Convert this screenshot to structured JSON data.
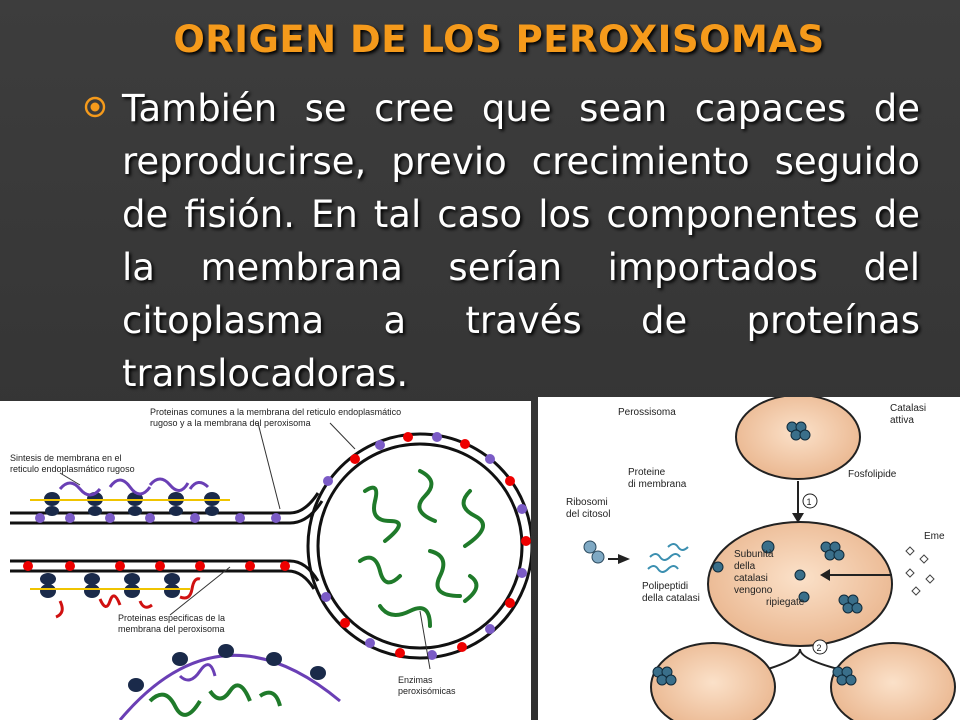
{
  "slide": {
    "title": "ORIGEN DE LOS PEROXISOMAS",
    "body": "También se cree que sean capaces de reproducirse,  previo crecimiento seguido de fisión. En tal caso los componentes de la membrana serían importados del citoplasma a través de proteínas translocadoras.",
    "bullet_icon": "circled-dot-bullet-icon",
    "accent_color": "#f59a1b"
  },
  "left_figure": {
    "label_common_1": "Proteinas comunes a la membrana del reticulo endoplasmático",
    "label_common_2": "rugoso y a la membrana del peroxisoma",
    "label_synth_1": "Sintesis de membrana en el",
    "label_synth_2": "reticulo endoplasmático rugoso",
    "label_specific_1": "Proteinas especificas de la",
    "label_specific_2": "membrana del peroxisoma",
    "label_enzymes_1": "Enzimas",
    "label_enzymes_2": "peroxisómicas"
  },
  "right_figure": {
    "peroxisome": "Perossisoma",
    "catalase_1": "Catalasi",
    "catalase_2": "attiva",
    "proteins_1": "Proteine",
    "proteins_2": "di membrana",
    "phospholipids": "Fosfolipide",
    "ribosomes_1": "Ribosomi",
    "ribosomes_2": "del citosol",
    "polypeptides_1": "Polipeptidi",
    "polypeptides_2": "della catalasi",
    "subunits_1": "Subunità",
    "subunits_2": "della",
    "subunits_3": "catalasi",
    "subunits_4": "vengono",
    "subunits_5": "ripiegate",
    "heme": "Eme",
    "step_1": "1",
    "step_2": "2"
  }
}
